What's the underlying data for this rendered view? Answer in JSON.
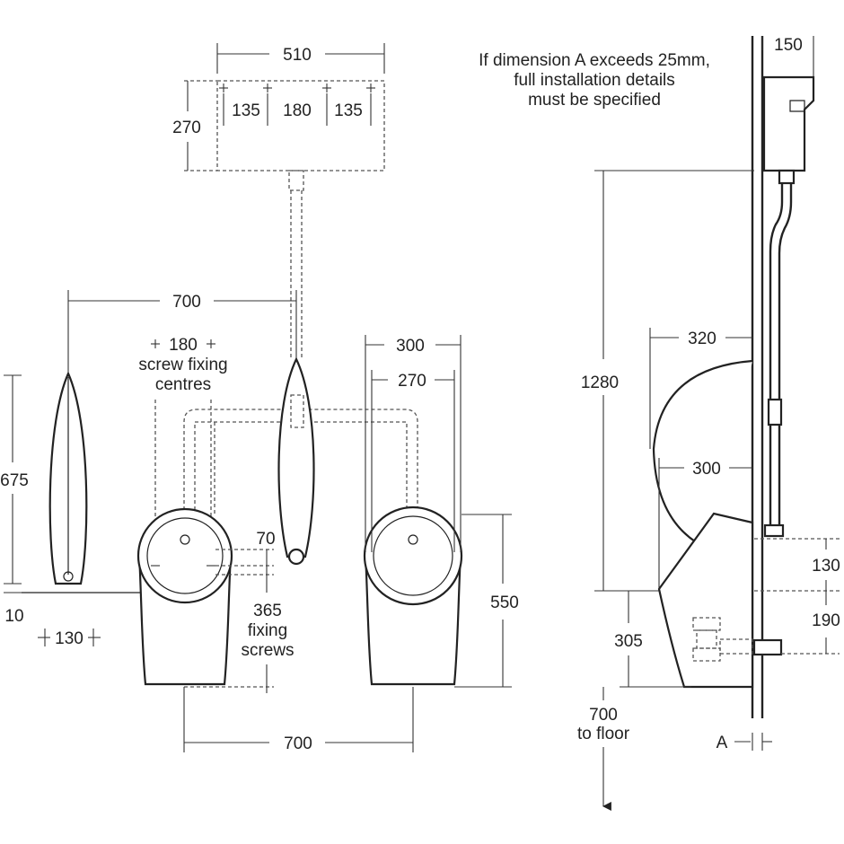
{
  "note": {
    "line1": "If dimension A exceeds 25mm,",
    "line2": "full installation details",
    "line3": "must be specified"
  },
  "cistern": {
    "width": "510",
    "height": "270",
    "spacing_left": "135",
    "spacing_mid": "180",
    "spacing_right": "135"
  },
  "front_view": {
    "urinal_spacing": "700",
    "screw_centres_value": "180",
    "screw_centres_line1": "screw fixing",
    "screw_centres_line2": "centres",
    "fixing_value": "70",
    "fixing_screws_value": "365",
    "fixing_screws_line1": "fixing",
    "fixing_screws_line2": "screws",
    "bottom_spacing": "700",
    "bowl_width_outer": "300",
    "bowl_width_inner": "270",
    "bowl_height": "550"
  },
  "divider_view": {
    "height": "675",
    "offset": "10",
    "width": "130"
  },
  "side_view": {
    "wall_depth": "150",
    "pipe_height": "1280",
    "projection_upper": "320",
    "projection_lower": "300",
    "dim_130": "130",
    "dim_190": "190",
    "dim_305": "305",
    "floor_value": "700",
    "floor_label": "to floor",
    "dim_a": "A"
  },
  "colors": {
    "line": "#222222",
    "background": "#ffffff"
  }
}
